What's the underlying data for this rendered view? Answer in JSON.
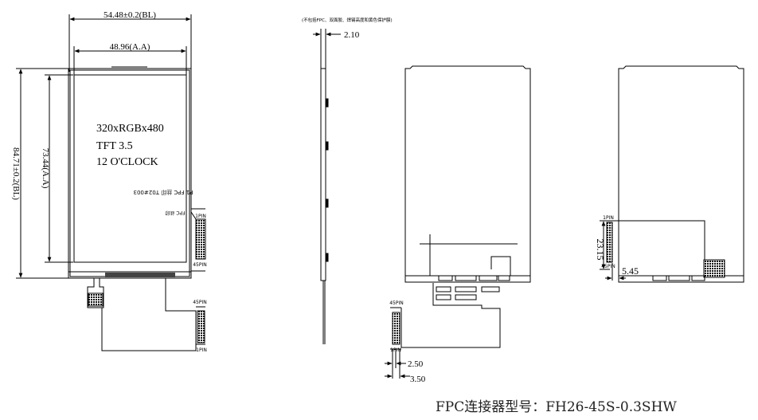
{
  "front": {
    "dim_bl_width": "54.48±0.2(BL)",
    "dim_aa_width": "48.96(A.A)",
    "dim_bl_height": "84.71±0.2(BL)",
    "dim_aa_height": "73.44(A.A)",
    "lcd_line1": "320xRGBx480",
    "lcd_line2": "TFT 3.5",
    "lcd_line3": "12 O'CLOCK",
    "fpc_label": "P1 FPC 丝印 T02#003",
    "fpc_small": "FPC 丝印",
    "pin45": "45PIN",
    "pin1": "1PIN"
  },
  "side": {
    "note": "(不包括FPC、双面胶、焊锡高度和黄色保护膜)",
    "thickness": "2.10"
  },
  "back": {
    "pin45": "45PIN",
    "pin1": "1PIN",
    "dim_a": "2.50",
    "dim_b": "3.50"
  },
  "folded": {
    "pin1": "1PIN",
    "pin45": "45PIN",
    "dim_height": "23.15",
    "dim_offset": "5.45"
  },
  "connector_label": "FPC连接器型号：FH26-45S-0.3SHW"
}
